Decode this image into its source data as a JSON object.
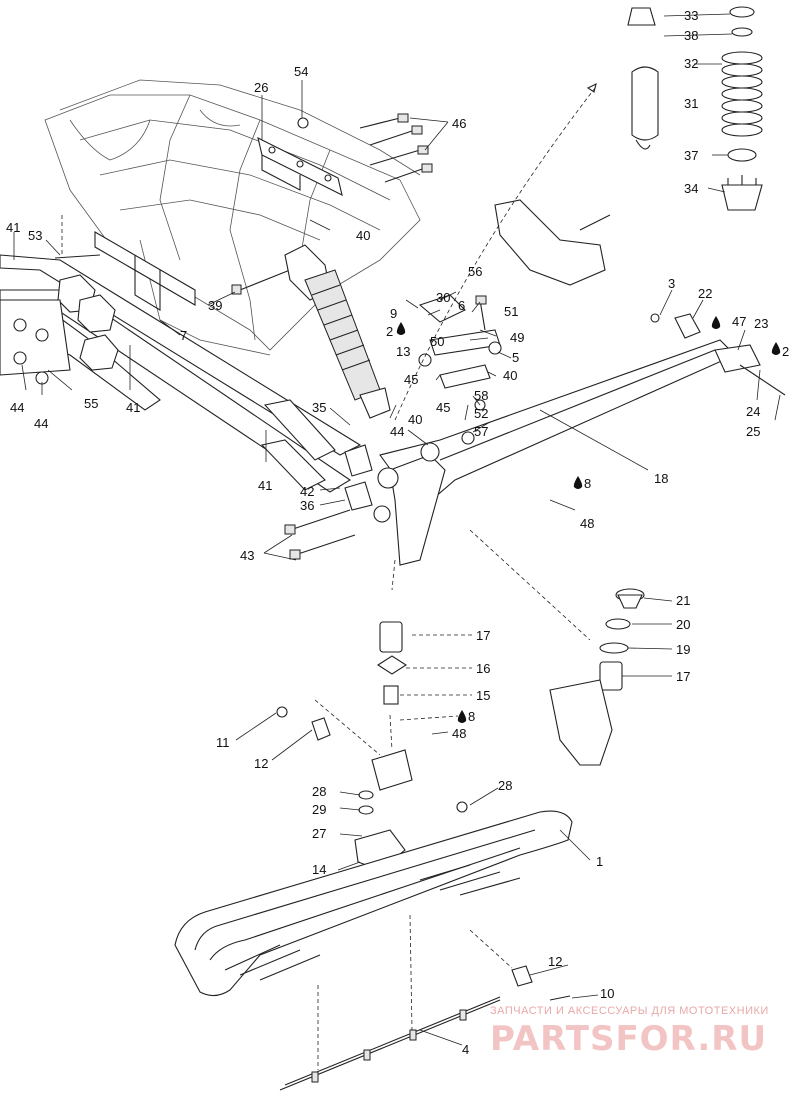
{
  "callouts": {
    "c1": "1",
    "c2a": "2",
    "c2b": "2",
    "c3": "3",
    "c4": "4",
    "c5": "5",
    "c6": "6",
    "c7": "7",
    "c8a": "8",
    "c8b": "8",
    "c9": "9",
    "c10": "10",
    "c11": "11",
    "c12a": "12",
    "c12b": "12",
    "c13": "13",
    "c14": "14",
    "c15": "15",
    "c16": "16",
    "c17a": "17",
    "c17b": "17",
    "c18": "18",
    "c19": "19",
    "c20": "20",
    "c21": "21",
    "c22": "22",
    "c23": "23",
    "c24": "24",
    "c25": "25",
    "c26": "26",
    "c27": "27",
    "c28a": "28",
    "c28b": "28",
    "c29": "29",
    "c30": "30",
    "c31": "31",
    "c32": "32",
    "c33": "33",
    "c34": "34",
    "c35": "35",
    "c36": "36",
    "c37": "37",
    "c38": "38",
    "c39": "39",
    "c40a": "40",
    "c40b": "40",
    "c40c": "40",
    "c41a": "41",
    "c41b": "41",
    "c41c": "41",
    "c42": "42",
    "c43": "43",
    "c44a": "44",
    "c44b": "44",
    "c44c": "44",
    "c45a": "45",
    "c45b": "45",
    "c46": "46",
    "c47": "47",
    "c48a": "48",
    "c48b": "48",
    "c49": "49",
    "c50": "50",
    "c51": "51",
    "c52": "52",
    "c53": "53",
    "c54": "54",
    "c55": "55",
    "c56": "56",
    "c57": "57",
    "c58": "58"
  },
  "watermark": {
    "tagline": "ЗАПЧАСТИ И АКСЕССУАРЫ ДЛЯ МОТОТЕХНИКИ",
    "logo": "PARTSFOR.RU",
    "color": "#e9a9a9"
  },
  "icons": {
    "lubricant": "oil-drop-icon"
  }
}
